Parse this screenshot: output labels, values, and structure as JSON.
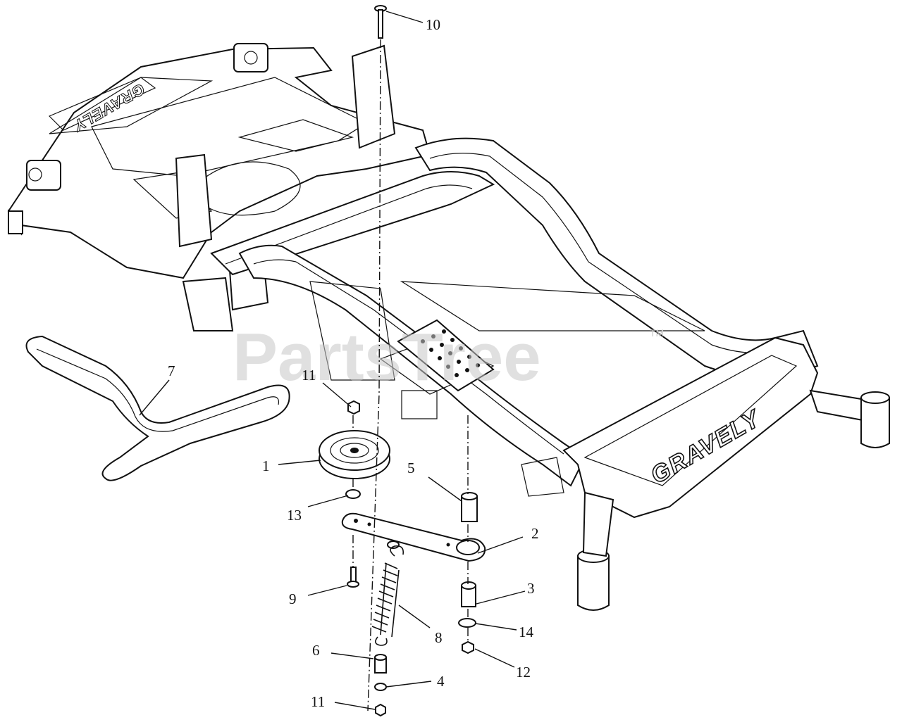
{
  "watermark": {
    "text": "PartsTree",
    "trademark": "TM"
  },
  "brand_marks": {
    "front": "GRAVELY",
    "rear": "GRAVELY"
  },
  "callouts": [
    {
      "id": "c10",
      "label": "10"
    },
    {
      "id": "c7",
      "label": "7"
    },
    {
      "id": "c11a",
      "label": "11"
    },
    {
      "id": "c1",
      "label": "1"
    },
    {
      "id": "c5",
      "label": "5"
    },
    {
      "id": "c13",
      "label": "13"
    },
    {
      "id": "c2",
      "label": "2"
    },
    {
      "id": "c3",
      "label": "3"
    },
    {
      "id": "c9",
      "label": "9"
    },
    {
      "id": "c14",
      "label": "14"
    },
    {
      "id": "c8",
      "label": "8"
    },
    {
      "id": "c6",
      "label": "6"
    },
    {
      "id": "c12",
      "label": "12"
    },
    {
      "id": "c4",
      "label": "4"
    },
    {
      "id": "c11b",
      "label": "11"
    }
  ]
}
